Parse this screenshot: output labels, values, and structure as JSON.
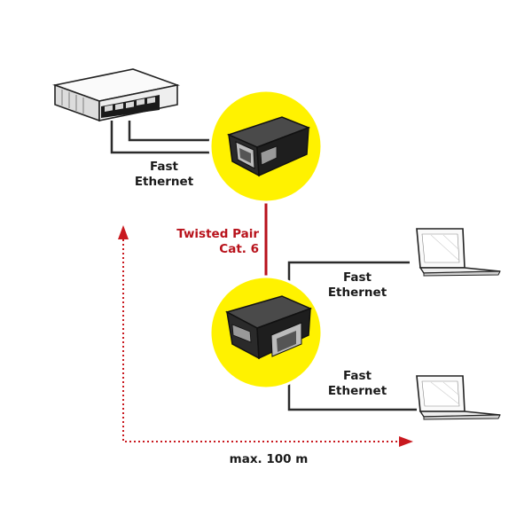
{
  "labels": {
    "switch_link": [
      "Fast",
      "Ethernet"
    ],
    "cable": [
      "Twisted Pair",
      "Cat. 6"
    ],
    "laptop_top_link": [
      "Fast",
      "Ethernet"
    ],
    "laptop_bottom_link": [
      "Fast",
      "Ethernet"
    ],
    "distance": "max. 100 m"
  },
  "colors": {
    "extender_circle": "#fff200",
    "cable": "#b8121b",
    "label_text": "#1a1a1a",
    "cable_label": "#b8121b",
    "distance_arrow": "#c9191f",
    "wire": "#2b2b2b"
  },
  "icons": [
    "network-switch-icon",
    "ethernet-extender-icon",
    "laptop-icon"
  ]
}
